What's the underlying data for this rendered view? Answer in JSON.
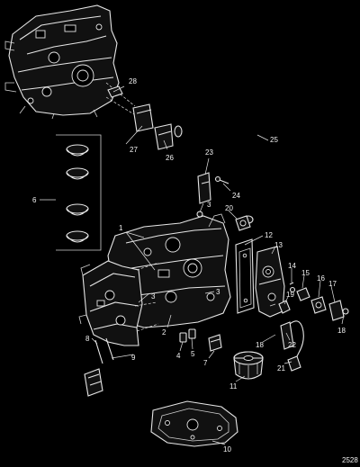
{
  "drawing_ref": "2528",
  "callouts": [
    {
      "id": "c1",
      "text": "1"
    },
    {
      "id": "c2",
      "text": "2"
    },
    {
      "id": "c3a",
      "text": "3"
    },
    {
      "id": "c3b",
      "text": "3"
    },
    {
      "id": "c3c",
      "text": "3"
    },
    {
      "id": "c4",
      "text": "4"
    },
    {
      "id": "c5",
      "text": "5"
    },
    {
      "id": "c6",
      "text": "6"
    },
    {
      "id": "c7",
      "text": "7"
    },
    {
      "id": "c8",
      "text": "8"
    },
    {
      "id": "c9",
      "text": "9"
    },
    {
      "id": "c10",
      "text": "10"
    },
    {
      "id": "c11",
      "text": "11"
    },
    {
      "id": "c12",
      "text": "12"
    },
    {
      "id": "c13",
      "text": "13"
    },
    {
      "id": "c14",
      "text": "14"
    },
    {
      "id": "c15",
      "text": "15"
    },
    {
      "id": "c16",
      "text": "16"
    },
    {
      "id": "c17",
      "text": "17"
    },
    {
      "id": "c18a",
      "text": "18"
    },
    {
      "id": "c18b",
      "text": "18"
    },
    {
      "id": "c19",
      "text": "19"
    },
    {
      "id": "c20",
      "text": "20"
    },
    {
      "id": "c21",
      "text": "21"
    },
    {
      "id": "c22",
      "text": "22"
    },
    {
      "id": "c23",
      "text": "23"
    },
    {
      "id": "c24",
      "text": "24"
    },
    {
      "id": "c25",
      "text": "25"
    },
    {
      "id": "c26",
      "text": "26"
    },
    {
      "id": "c27",
      "text": "27"
    },
    {
      "id": "c28",
      "text": "28"
    }
  ]
}
